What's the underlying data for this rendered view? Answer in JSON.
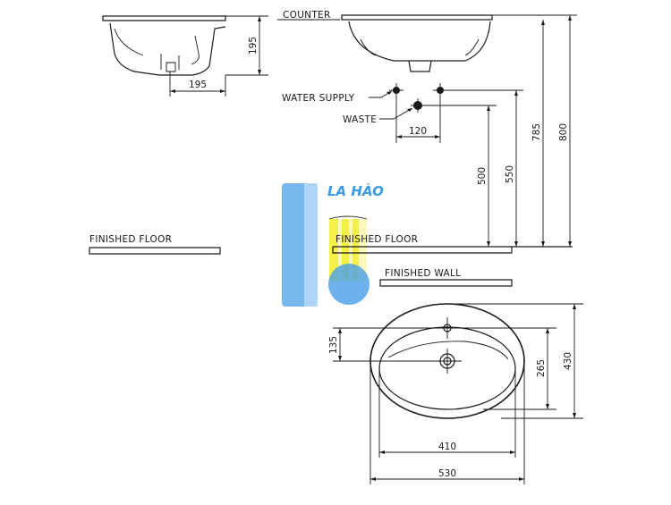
{
  "labels": {
    "counter": "COUNTER",
    "water_supply": "WATER SUPPLY",
    "waste": "WASTE",
    "finished_floor_left": "FINISHED FLOOR",
    "finished_floor_right": "FINISHED FLOOR",
    "finished_wall": "FINISHED WALL"
  },
  "dimensions": {
    "side_height": "195",
    "side_width": "195",
    "supply_spacing": "120",
    "waste_height": "500",
    "supply_height": "550",
    "counter_height": "785",
    "total_height": "800",
    "tap_offset": "135",
    "bowl_depth": "265",
    "overall_depth": "430",
    "bowl_width": "410",
    "overall_width": "530"
  },
  "watermark": {
    "text": "LA HÀO",
    "colors": {
      "blue": "#4a9fe8",
      "light_blue": "#bcdcf7",
      "yellow": "#f3ee3a",
      "light_yellow": "#fbf8b8"
    }
  }
}
